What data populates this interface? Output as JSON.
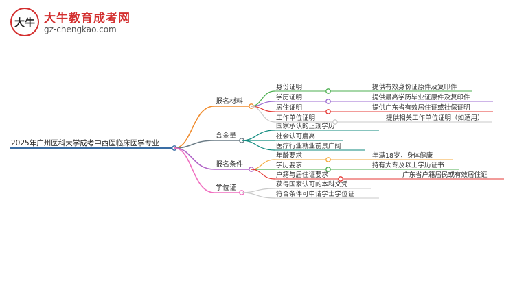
{
  "logo": {
    "title": "大牛教育成考网",
    "url": "gz-chengkao.com",
    "mark_text": "大牛"
  },
  "root": {
    "label": "2025年广州医科大学成考中西医临床医学专业"
  },
  "branches": [
    {
      "key": "materials",
      "label": "报名材料",
      "color": "#f08c2e",
      "children": [
        {
          "label": "身份证明",
          "color": "#4caf50",
          "note": "提供有效身份证原件及复印件"
        },
        {
          "label": "学历证明",
          "color": "#9c6bd0",
          "note": "提供最高学历毕业证原件及复印件"
        },
        {
          "label": "居住证明",
          "color": "#e53935",
          "note": "提供广东省有效居住证或社保证明"
        },
        {
          "label": "工作单位证明",
          "color": "#c9c9c9",
          "note": "提供相关工作单位证明（如适用）"
        }
      ]
    },
    {
      "key": "value",
      "label": "含金量",
      "color": "#6b7c86",
      "children": [
        {
          "label": "国家承认的正规学历",
          "color": "#0f8a7e"
        },
        {
          "label": "社会认可度高",
          "color": "#0f8a7e"
        },
        {
          "label": "医疗行业就业前景广阔",
          "color": "#0f8a7e"
        }
      ]
    },
    {
      "key": "conditions",
      "label": "报名条件",
      "color": "#b267c8",
      "children": [
        {
          "label": "年龄要求",
          "color": "#f4a93b",
          "note": "年满18岁，身体健康"
        },
        {
          "label": "学历要求",
          "color": "#4caf50",
          "note": "持有大专及以上学历证书"
        },
        {
          "label": "户籍与居住证要求",
          "color": "#e53935",
          "note": "广东省户籍居民或有效居住证"
        }
      ]
    },
    {
      "key": "degree",
      "label": "学位证",
      "color": "#f06fc0",
      "children": [
        {
          "label": "获得国家认可的本科文凭",
          "color": "#c9c9c9"
        },
        {
          "label": "符合条件可申请学士学位证",
          "color": "#c9c9c9"
        }
      ]
    }
  ]
}
